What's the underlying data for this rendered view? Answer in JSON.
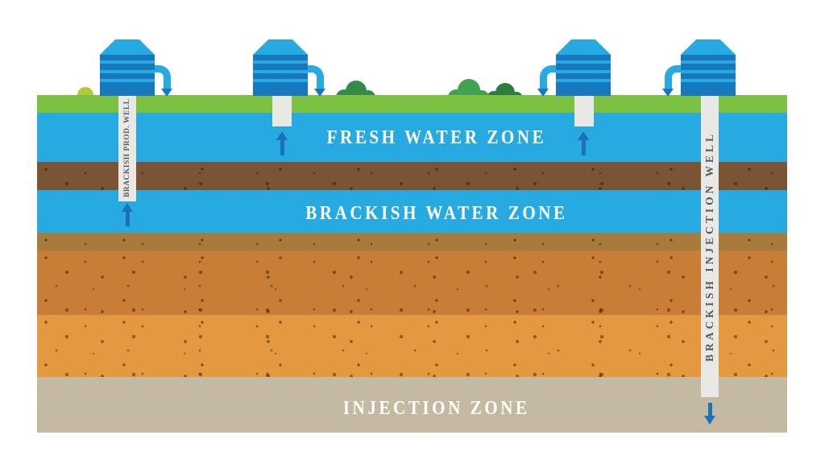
{
  "diagram": {
    "name": "brackish-water-injection-cross-section",
    "zone_labels": {
      "fresh": "FRESH WATER ZONE",
      "brackish": "BRACKISH WATER ZONE",
      "injection": "INJECTION ZONE"
    },
    "well_labels": {
      "production": "BRACKISH PROD. WELL",
      "injection": "BRACKISH INJECTION WELL"
    },
    "flow_directions": {
      "brackish_production_well": "up",
      "fresh_water_well_left": "up",
      "fresh_water_well_right": "up",
      "brackish_injection_well": "down"
    },
    "colors": {
      "grass": "#7CC142",
      "water_zone_blue": "#27AAE1",
      "soil_brown": "#7B5433",
      "soil_olive_tan": "#A67B3B",
      "soil_dark_orange": "#C87E37",
      "soil_light_orange": "#E49940",
      "injection_zone_beige": "#C4BAA1",
      "tank_light_blue": "#27AAE1",
      "tank_dark_blue": "#1878BD",
      "arrow_blue": "#1D71B8",
      "well_casing_gray": "#E8E8E4",
      "well_text_gray": "#57585B",
      "bush_yellow_green": "#AECB35",
      "bush_green": "#43A24F",
      "bush_dark_green": "#2E7D3C",
      "zone_label_text": "#FFFFFF"
    }
  }
}
